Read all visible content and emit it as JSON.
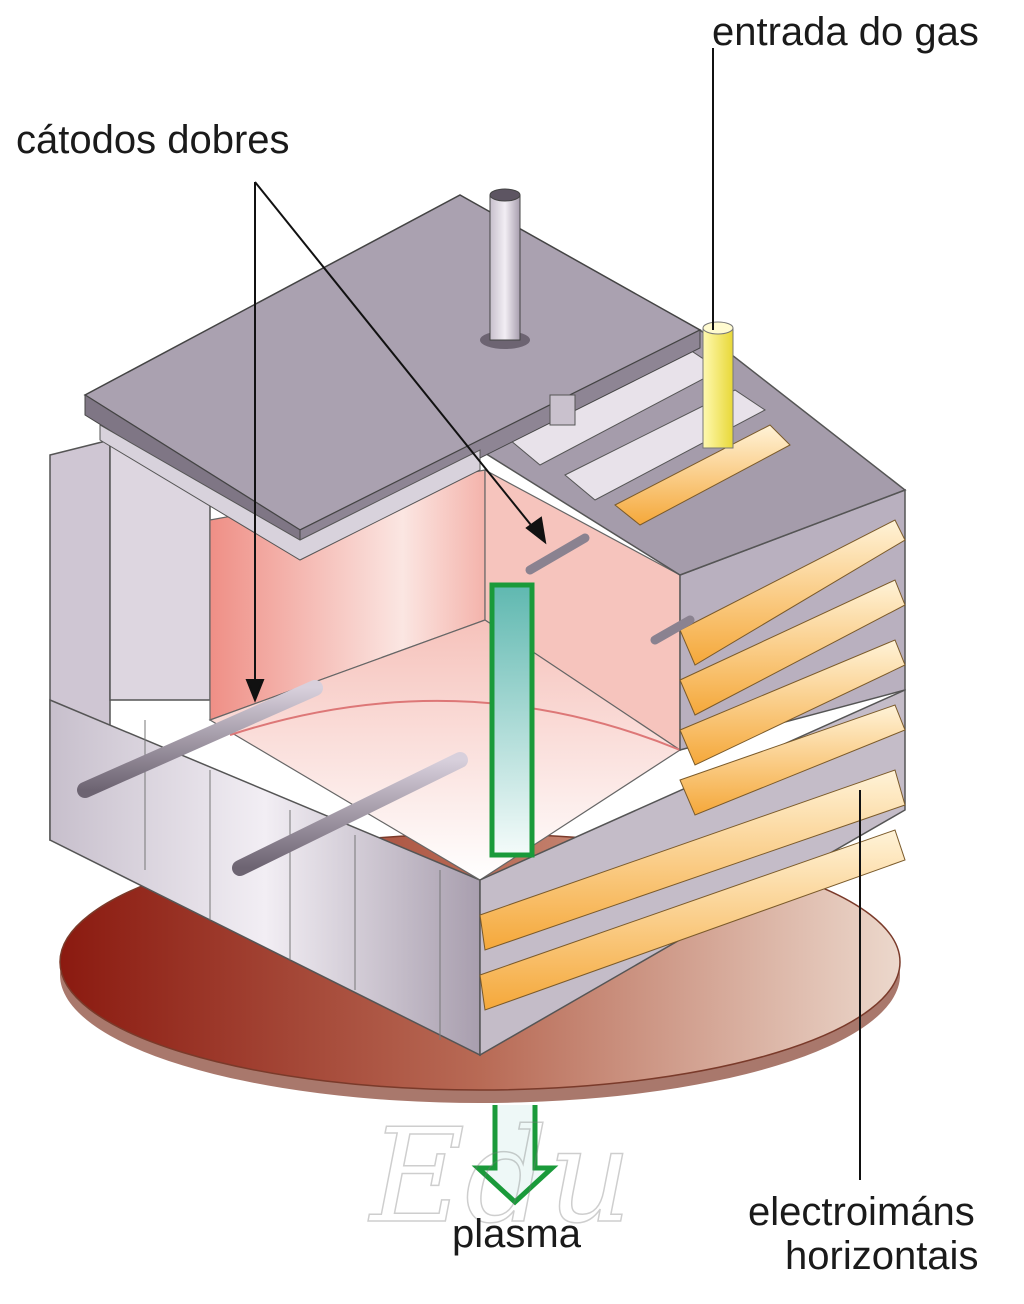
{
  "title": "Fonte de plasma con cátodos dobres",
  "labels": {
    "gas_inlet": "entrada do gas",
    "double_cathodes": "cátodos dobres",
    "plasma": "plasma",
    "electromagnets_line1": "electroimáns",
    "electromagnets_line2": "horizontais"
  },
  "watermark": "Edu",
  "colors": {
    "plasma_arrow": "#1a9a3a",
    "gas_pipe": "#f5ea60",
    "magnet": "#f5b24a",
    "chamber_wall": "#f2b0a8",
    "frame": "#b8aebd",
    "base_dark": "#8b1a10",
    "base_light": "#e9d3c6"
  }
}
